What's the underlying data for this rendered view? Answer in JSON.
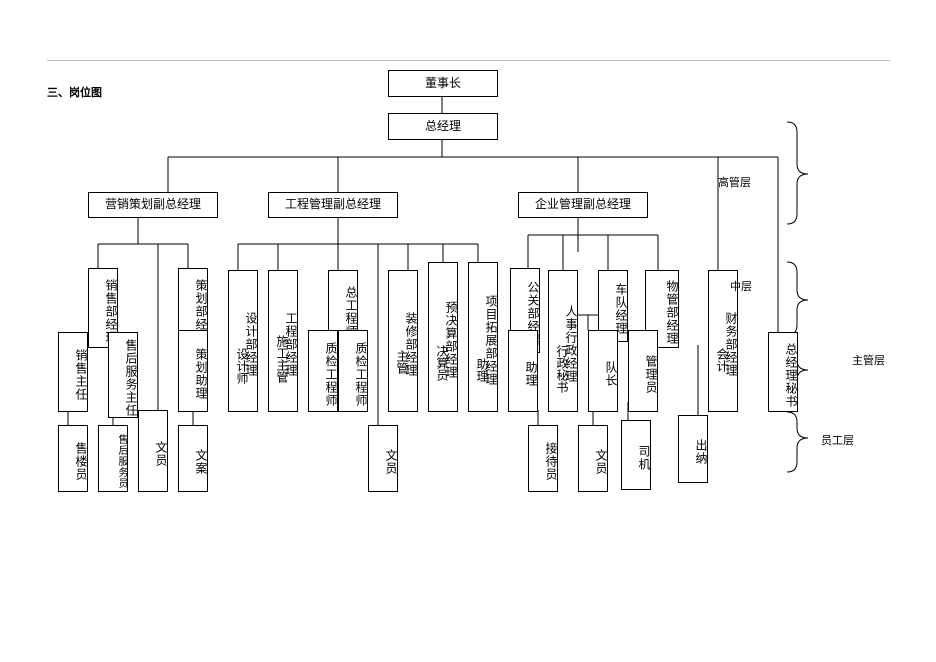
{
  "heading": "三、岗位图",
  "top": {
    "chairman": "董事长",
    "gm": "总经理"
  },
  "vp": {
    "marketing": "营销策划副总经理",
    "engineering": "工程管理副总经理",
    "enterprise": "企业管理副总经理"
  },
  "managers": {
    "sales": "销售部经理",
    "planning": "策划部经理",
    "design": "设计部经理",
    "eng_dept": "工程部经理",
    "chief_eng": "总工程师",
    "decoration": "装修部经理",
    "budget": "预决算部经理",
    "project_dev": "项目拓展部经理",
    "pr": "公关部经理",
    "hr": "人事行政经理",
    "fleet": "车队经理",
    "property": "物管部经理",
    "finance": "财务部经理",
    "gm_secretary": "总经理秘书"
  },
  "staff": {
    "sales_supervisor": "销售主任",
    "after_sales": "售后服务主任",
    "planning_asst": "策划助理",
    "designer": "设计师",
    "construction": "施工主管",
    "qc_engineer": "质检工程师",
    "qc_engineer2": "质检工程师",
    "decor_supervisor": "主管",
    "budget_clerk": "决算员",
    "project_asst": "助理",
    "pr_asst": "助理",
    "admin_secretary": "行政秘书",
    "fleet_captain": "队长",
    "property_clerk": "管理员",
    "accountant": "会计"
  },
  "base": {
    "salesperson": "售楼员",
    "service_clerk": "售后服务员",
    "clerk1": "文员",
    "copywriter": "文案",
    "clerk2": "文员",
    "receptionist": "接待员",
    "clerk3": "文员",
    "driver": "司机",
    "cashier": "出纳"
  },
  "levels": {
    "senior": "高管层",
    "middle": "中层",
    "supervisor": "主管层",
    "staff": "员工层"
  }
}
